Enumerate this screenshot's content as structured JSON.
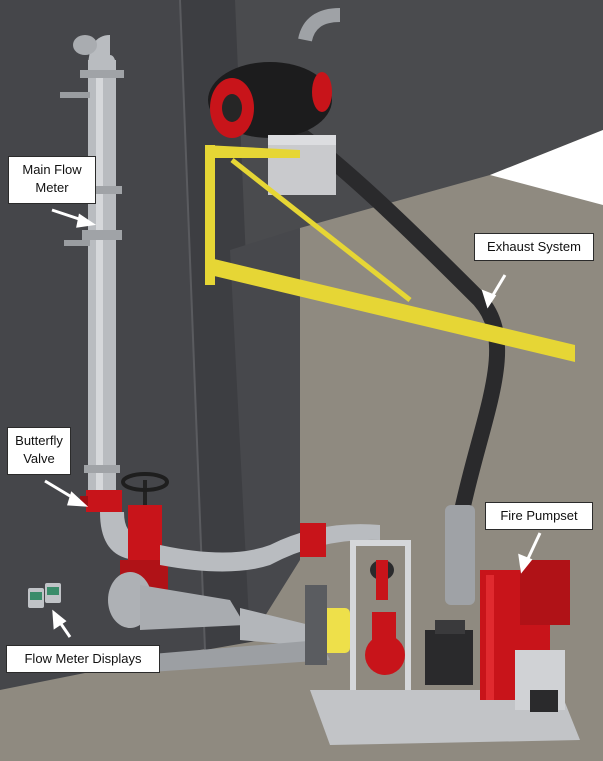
{
  "labels": {
    "main_flow_meter": "Main Flow\nMeter",
    "butterfly_valve": "Butterfly\nValve",
    "exhaust_system": "Exhaust System",
    "fire_pumpset": "Fire Pumpset",
    "flow_meter_displays": "Flow Meter Displays"
  },
  "colors": {
    "wall": "#46484b",
    "floor": "#8f8a80",
    "pipe": "#b9bcc0",
    "bracket": "#e6d635",
    "fire_red": "#c8141a",
    "hose": "#2a2a2c",
    "exhaust_silencer": "#262626"
  }
}
